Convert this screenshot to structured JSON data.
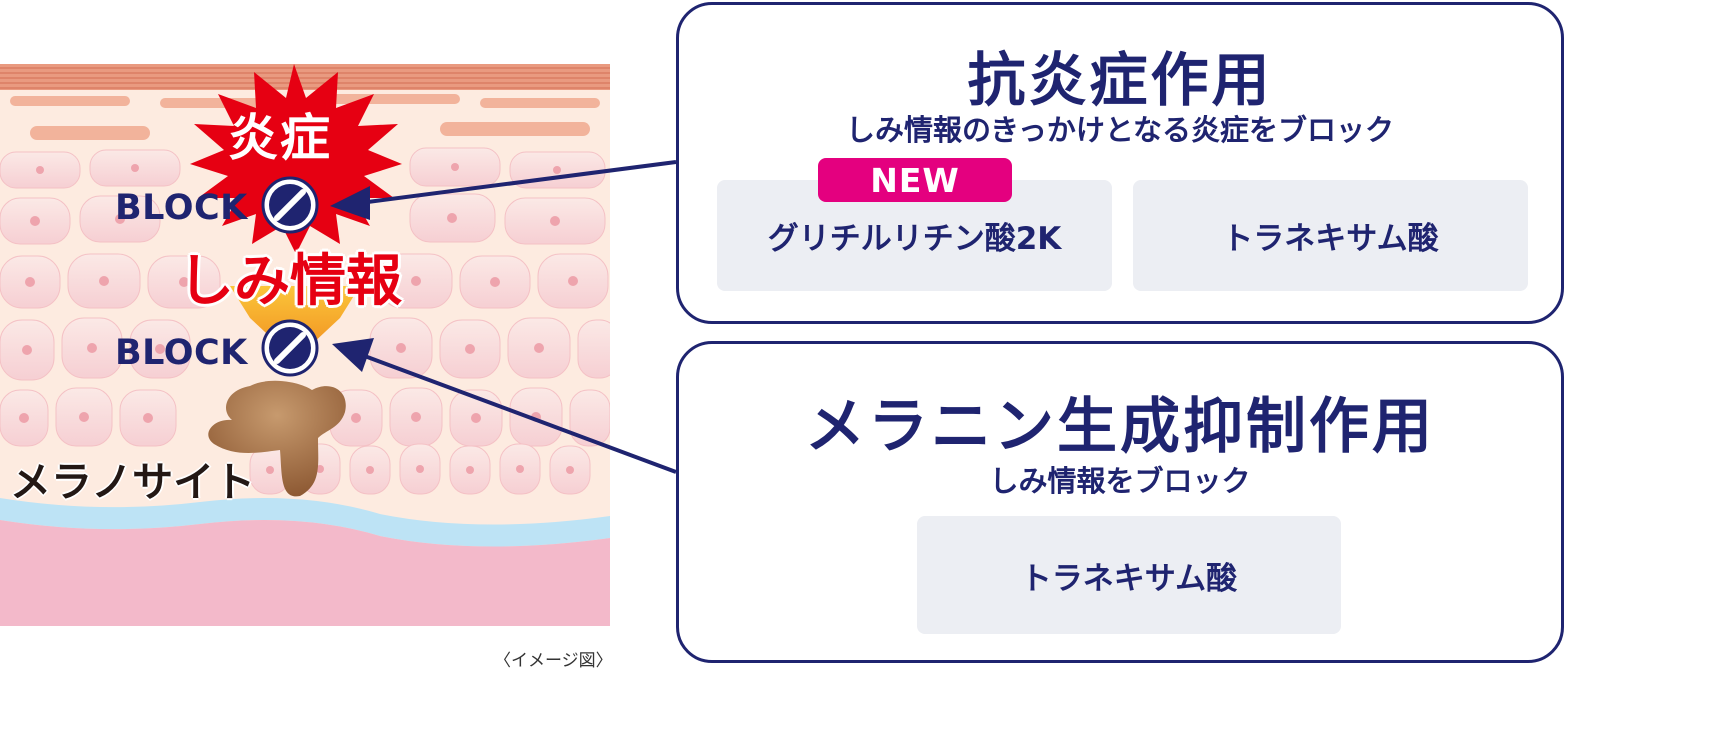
{
  "illustration": {
    "inflammation_label": "炎症",
    "shimi_label": "しみ情報",
    "block_label_top": "BLOCK",
    "block_label_bottom": "BLOCK",
    "melanocyte_label": "メラノサイト",
    "caption": "〈イメージ図〉"
  },
  "panel_anti_inflammatory": {
    "title": "抗炎症作用",
    "subtitle": "しみ情報のきっかけとなる炎症をブロック",
    "badge": "NEW",
    "ingredients": [
      "グリチルリチン酸2K",
      "トラネキサム酸"
    ]
  },
  "panel_melanin": {
    "title": "メラニン生成抑制作用",
    "subtitle": "しみ情報をブロック",
    "ingredients": [
      "トラネキサム酸"
    ]
  },
  "colors": {
    "navy": "#1f2470",
    "red": "#e60012",
    "magenta": "#e4007f",
    "chip_bg": "#eceef3",
    "orange": "#f39800"
  },
  "icons": [
    "block-icon",
    "starburst-icon",
    "down-arrow-icon"
  ]
}
